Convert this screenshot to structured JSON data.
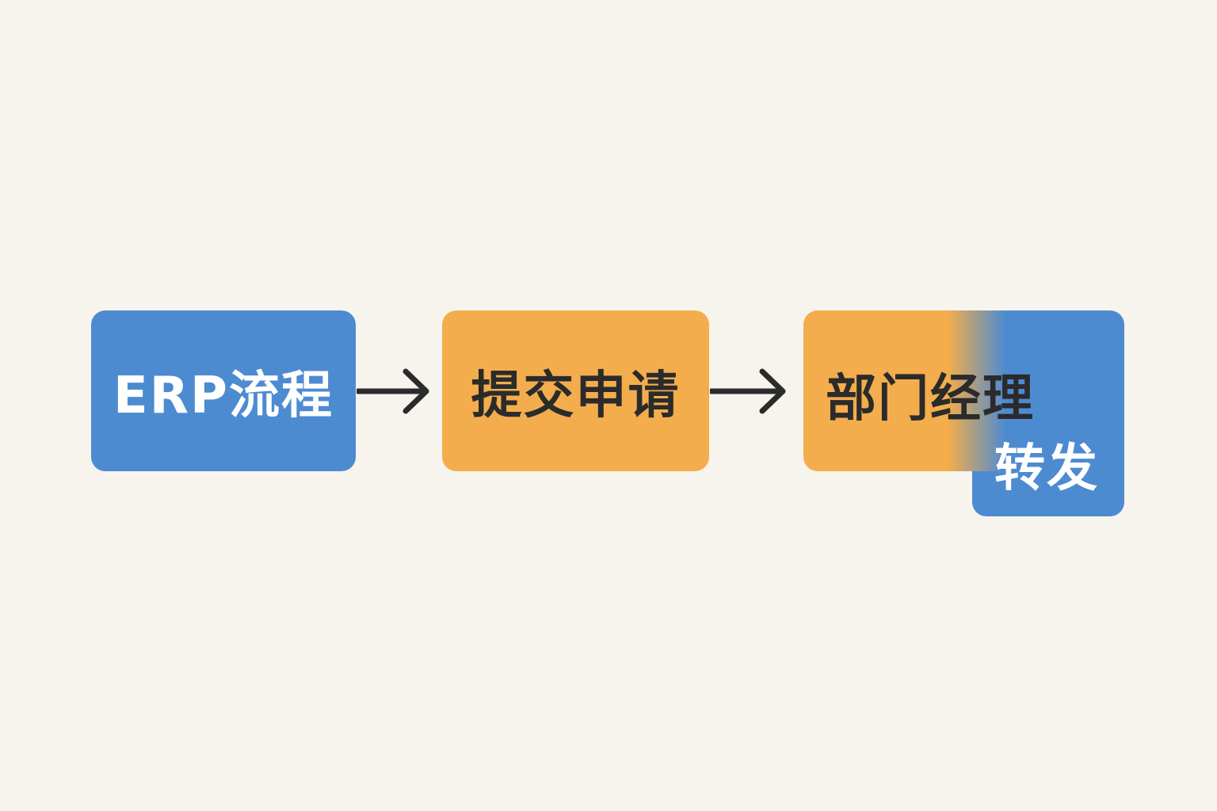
{
  "nodes": [
    {
      "label": "ERP流程",
      "color": "#4d8bd1"
    },
    {
      "label": "提交申请",
      "color": "#f4ad4c"
    },
    {
      "label": "部门经理",
      "sublabel": "转发",
      "color": "#f4ad4c",
      "secondary_color": "#4d8bd1"
    }
  ],
  "edges": [
    {
      "from": "ERP流程",
      "to": "提交申请"
    },
    {
      "from": "提交申请",
      "to": "部门经理"
    }
  ]
}
